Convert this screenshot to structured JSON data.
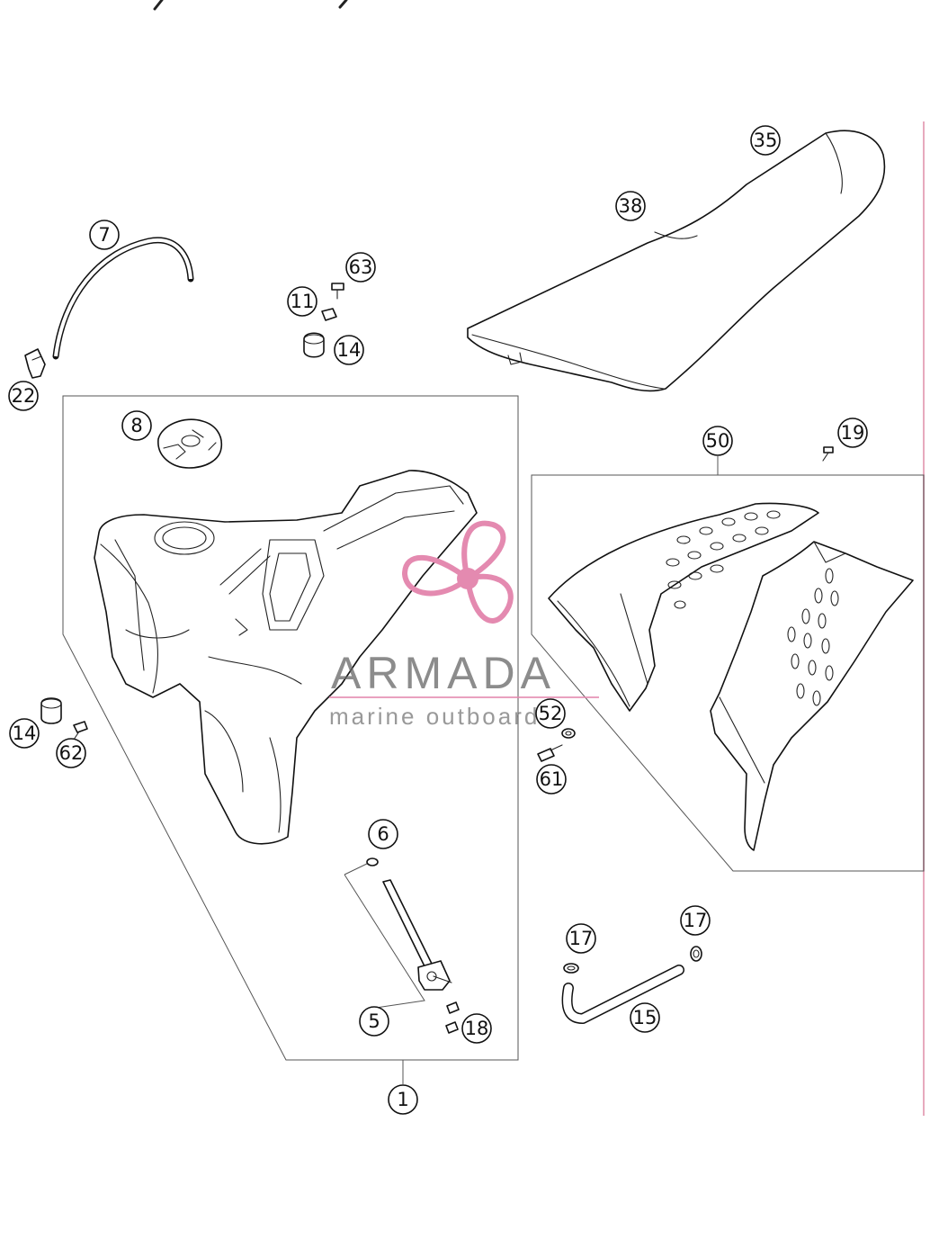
{
  "watermark": {
    "brand": "ARMADA",
    "tagline": "marine outboards",
    "color": "#e48ab0"
  },
  "callouts": [
    {
      "id": "c35",
      "label": "35"
    },
    {
      "id": "c38",
      "label": "38"
    },
    {
      "id": "c7",
      "label": "7"
    },
    {
      "id": "c63",
      "label": "63"
    },
    {
      "id": "c11",
      "label": "11"
    },
    {
      "id": "c14a",
      "label": "14"
    },
    {
      "id": "c22",
      "label": "22"
    },
    {
      "id": "c8",
      "label": "8"
    },
    {
      "id": "c50",
      "label": "50"
    },
    {
      "id": "c19",
      "label": "19"
    },
    {
      "id": "c14b",
      "label": "14"
    },
    {
      "id": "c62",
      "label": "62"
    },
    {
      "id": "c52",
      "label": "52"
    },
    {
      "id": "c61",
      "label": "61"
    },
    {
      "id": "c6",
      "label": "6"
    },
    {
      "id": "c17a",
      "label": "17"
    },
    {
      "id": "c17b",
      "label": "17"
    },
    {
      "id": "c15",
      "label": "15"
    },
    {
      "id": "c5",
      "label": "5"
    },
    {
      "id": "c18",
      "label": "18"
    },
    {
      "id": "c1",
      "label": "1"
    }
  ]
}
